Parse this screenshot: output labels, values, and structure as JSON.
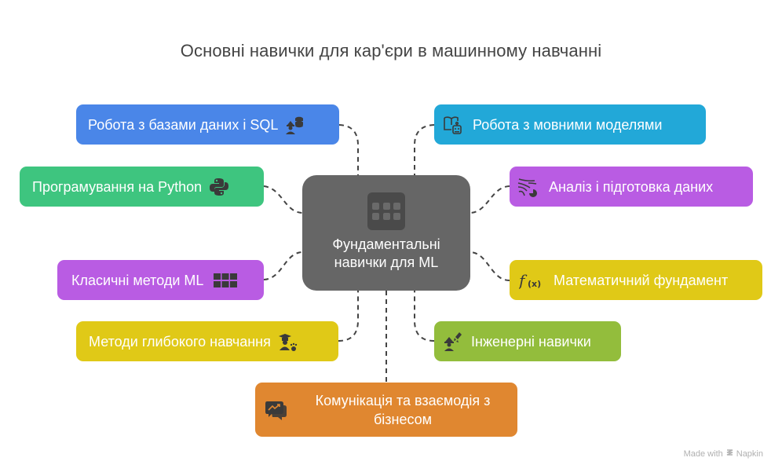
{
  "title": "Основні навички для кар'єри в машинному навчанні",
  "center": {
    "label_line1": "Фундаментальні",
    "label_line2": "навички для ML",
    "icon": "grid-icon"
  },
  "nodes": {
    "sql": {
      "label": "Робота з базами даних і SQL",
      "icon": "worker-database-icon",
      "color": "#4a86e8"
    },
    "python": {
      "label": "Програмування на Python",
      "icon": "python-icon",
      "color": "#3ec57f"
    },
    "classic_ml": {
      "label": "Класичні методи ML",
      "icon": "grid-icon",
      "color": "#b95ce3"
    },
    "deep_learning": {
      "label": "Методи глибокого навчання",
      "icon": "graduate-paw-icon",
      "color": "#e0c917"
    },
    "llm": {
      "label": "Робота з мовними моделями",
      "icon": "book-robot-icon",
      "color": "#22a8d8"
    },
    "data_analysis": {
      "label": "Аналіз і підготовка даних",
      "icon": "data-flow-chart-icon",
      "color": "#b95ce3"
    },
    "math": {
      "label": "Математичний фундамент",
      "icon": "function-icon",
      "color": "#e0c917"
    },
    "engineering": {
      "label": "Інженерні навички",
      "icon": "worker-rocket-icon",
      "color": "#93bd3c"
    },
    "communication": {
      "label_line1": "Комунікація та взаємодія з",
      "label_line2": "бізнесом",
      "icon": "chat-trend-icon",
      "color": "#e08730"
    }
  },
  "footer": {
    "made_with": "Made with",
    "brand": "Napkin"
  }
}
